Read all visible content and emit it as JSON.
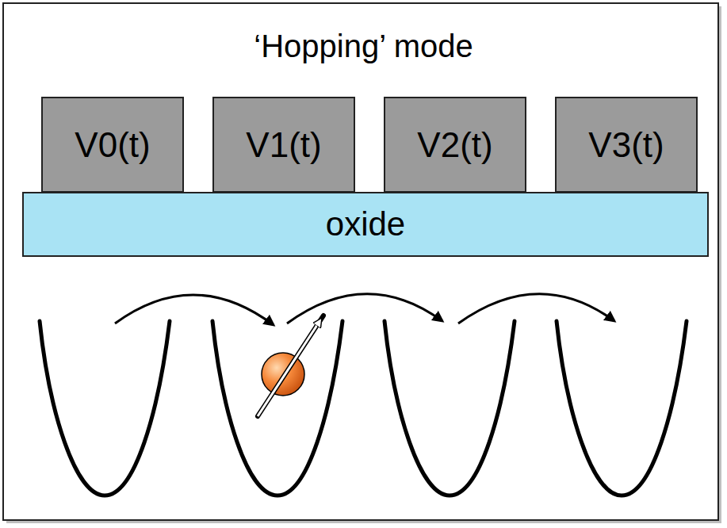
{
  "diagram": {
    "title": "‘Hopping’ mode",
    "nodes": [
      {
        "text": [
          "V0(t)"
        ]
      },
      {
        "text": [
          "V1(t)"
        ]
      },
      {
        "text": [
          "V2(t)"
        ]
      },
      {
        "text": [
          "V3(t)"
        ]
      },
      {
        "text": [
          "oxide"
        ]
      }
    ]
  }
}
